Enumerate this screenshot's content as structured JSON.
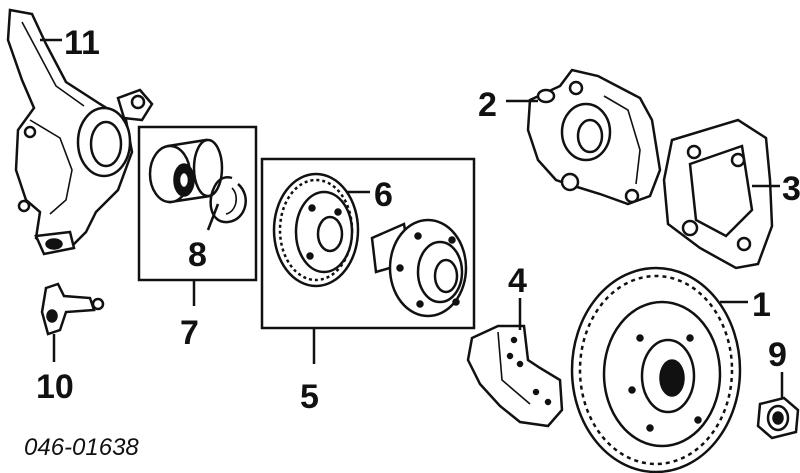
{
  "diagram": {
    "reference_code": "046-01638",
    "callouts": {
      "rotor": "1",
      "caliper": "2",
      "caliper_bracket": "3",
      "splash_shield": "4",
      "hub_assembly": "5",
      "abs_ring": "6",
      "bearing_group": "7",
      "snap_ring": "8",
      "nut": "9",
      "abs_sensor": "10",
      "knuckle": "11"
    },
    "colors": {
      "ink": "#111111",
      "paper": "#ffffff"
    }
  }
}
